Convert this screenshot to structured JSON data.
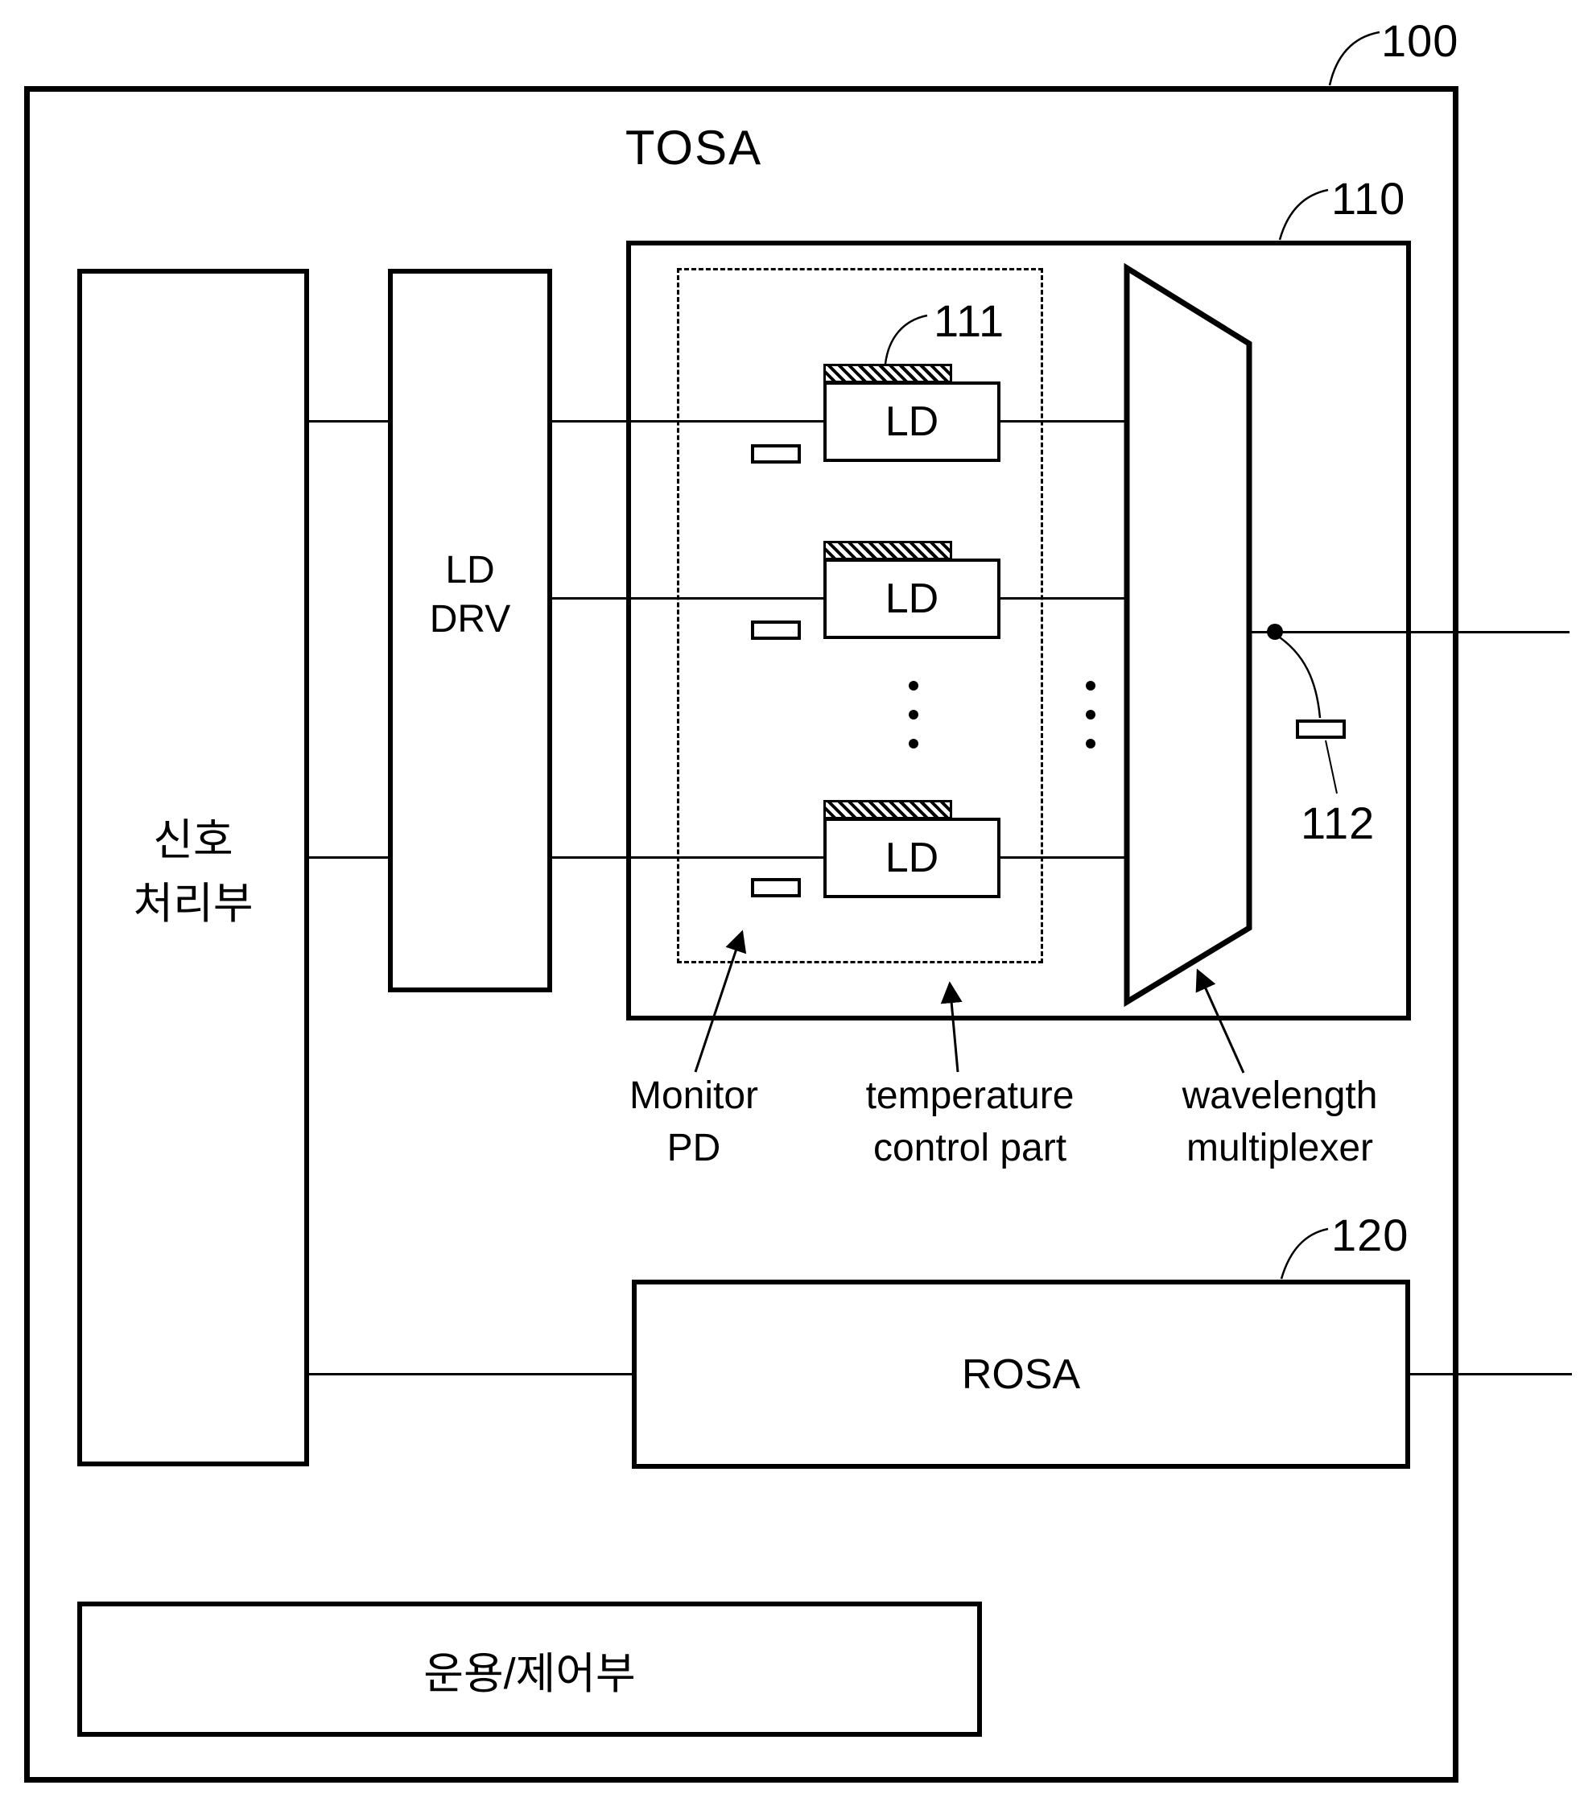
{
  "diagram": {
    "title": "TOSA",
    "refs": {
      "outer": "100",
      "optical_transmitter": "110",
      "ld_unit": "111",
      "output_port": "112",
      "rosa": "120"
    },
    "blocks": {
      "signal_processor": "신호\n처리부",
      "ld_driver": "LD\nDRV",
      "laser_diode": "LD",
      "rosa": "ROSA",
      "operation_control": "운용/제어부"
    },
    "labels": {
      "monitor_pd": "Monitor\nPD",
      "temperature_control": "temperature\ncontrol part",
      "wavelength_multiplexer": "wavelength\nmultiplexer"
    },
    "colors": {
      "line": "#000000",
      "background": "#ffffff"
    }
  }
}
